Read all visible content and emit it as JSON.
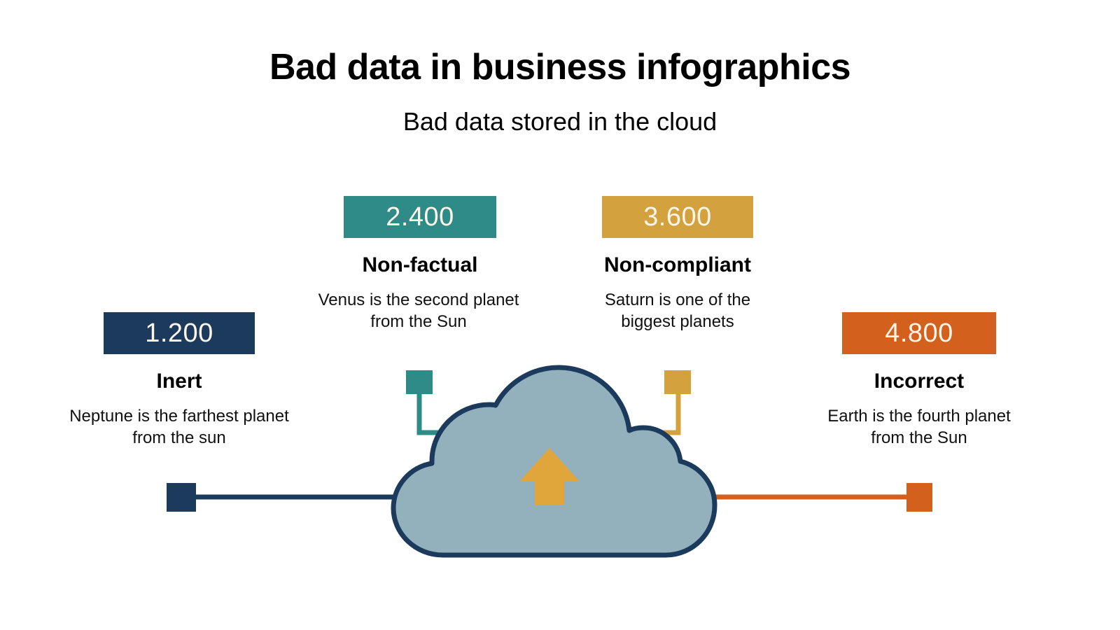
{
  "header": {
    "title": "Bad data in business infographics",
    "subtitle": "Bad data stored in the cloud"
  },
  "colors": {
    "navy": "#1c3a5c",
    "teal": "#2e8b87",
    "gold": "#d3a23f",
    "orange": "#d3601d",
    "cloud_fill": "#93b1bd",
    "cloud_stroke": "#1c3a5c",
    "arrow": "#e0a63c",
    "value_text": "#fdf6e9",
    "text": "#000000",
    "background": "#ffffff"
  },
  "chart_data": {
    "type": "bar",
    "title": "Bad data in business infographics",
    "subtitle": "Bad data stored in the cloud",
    "categories": [
      "Inert",
      "Non-factual",
      "Non-compliant",
      "Incorrect"
    ],
    "values": [
      1200,
      2400,
      3600,
      4800
    ],
    "value_labels": [
      "1.200",
      "2.400",
      "3.600",
      "4.800"
    ],
    "descriptions": [
      "Neptune is the farthest planet from the sun",
      "Venus is the second planet from the Sun",
      "Saturn is one of the biggest planets",
      "Earth is the fourth planet from the Sun"
    ],
    "series_colors": [
      "#1c3a5c",
      "#2e8b87",
      "#d3a23f",
      "#d3601d"
    ],
    "xlabel": "",
    "ylabel": "",
    "legend": "none",
    "grid": false
  },
  "stats": [
    {
      "key": "inert",
      "value": "1.200",
      "label": "Inert",
      "description": "Neptune is the farthest planet from the sun",
      "color": "#1c3a5c"
    },
    {
      "key": "non-factual",
      "value": "2.400",
      "label": "Non-factual",
      "description": "Venus is the second planet from the Sun",
      "color": "#2e8b87"
    },
    {
      "key": "non-compliant",
      "value": "3.600",
      "label": "Non-compliant",
      "description": "Saturn is one of the biggest planets",
      "color": "#d3a23f"
    },
    {
      "key": "incorrect",
      "value": "4.800",
      "label": "Incorrect",
      "description": "Earth is the fourth planet from the Sun",
      "color": "#d3601d"
    }
  ],
  "illustration": {
    "name": "cloud-upload-illustration",
    "cloud_icon": "cloud-shape",
    "arrow_icon": "arrow-up-icon",
    "connector_markers": [
      {
        "name": "connector-marker-inert",
        "color": "#1c3a5c"
      },
      {
        "name": "connector-marker-non-factual",
        "color": "#2e8b87"
      },
      {
        "name": "connector-marker-non-compliant",
        "color": "#d3a23f"
      },
      {
        "name": "connector-marker-incorrect",
        "color": "#d3601d"
      }
    ]
  }
}
